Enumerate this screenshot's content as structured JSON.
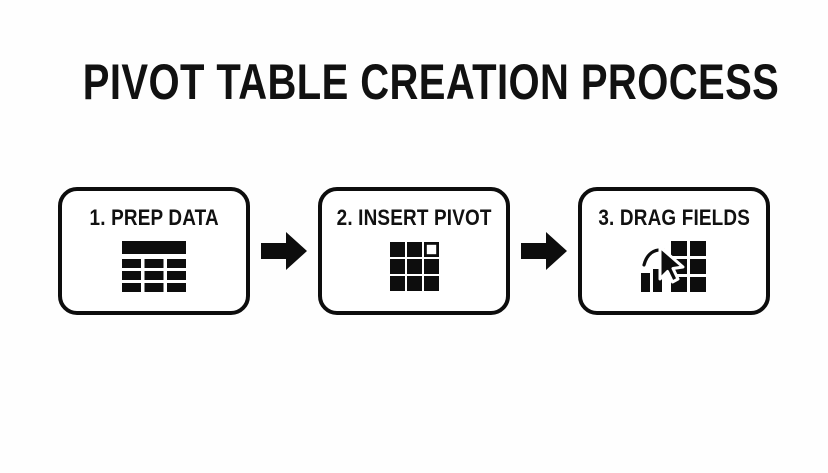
{
  "page": {
    "title": "PIVOT TABLE CREATION PROCESS",
    "background_color": "#fefefe",
    "ink_color": "#0d0d0d"
  },
  "flow": {
    "steps": [
      {
        "label": "1. PREP DATA",
        "icon": "data-table-icon",
        "icon_description": "Table with a solid header bar above a 3 by 3 grid of cells"
      },
      {
        "label": "2. INSERT PIVOT",
        "icon": "pivot-grid-icon",
        "icon_description": "3 by 3 grid of filled squares with the top-right square outlined"
      },
      {
        "label": "3. DRAG FIELDS",
        "icon": "drag-fields-icon",
        "icon_description": "Grid of filled squares with a cursor arrow, drag arc and two bars at the lower left"
      }
    ],
    "connectors": [
      {
        "icon": "arrow-right-icon"
      },
      {
        "icon": "arrow-right-icon"
      }
    ]
  }
}
